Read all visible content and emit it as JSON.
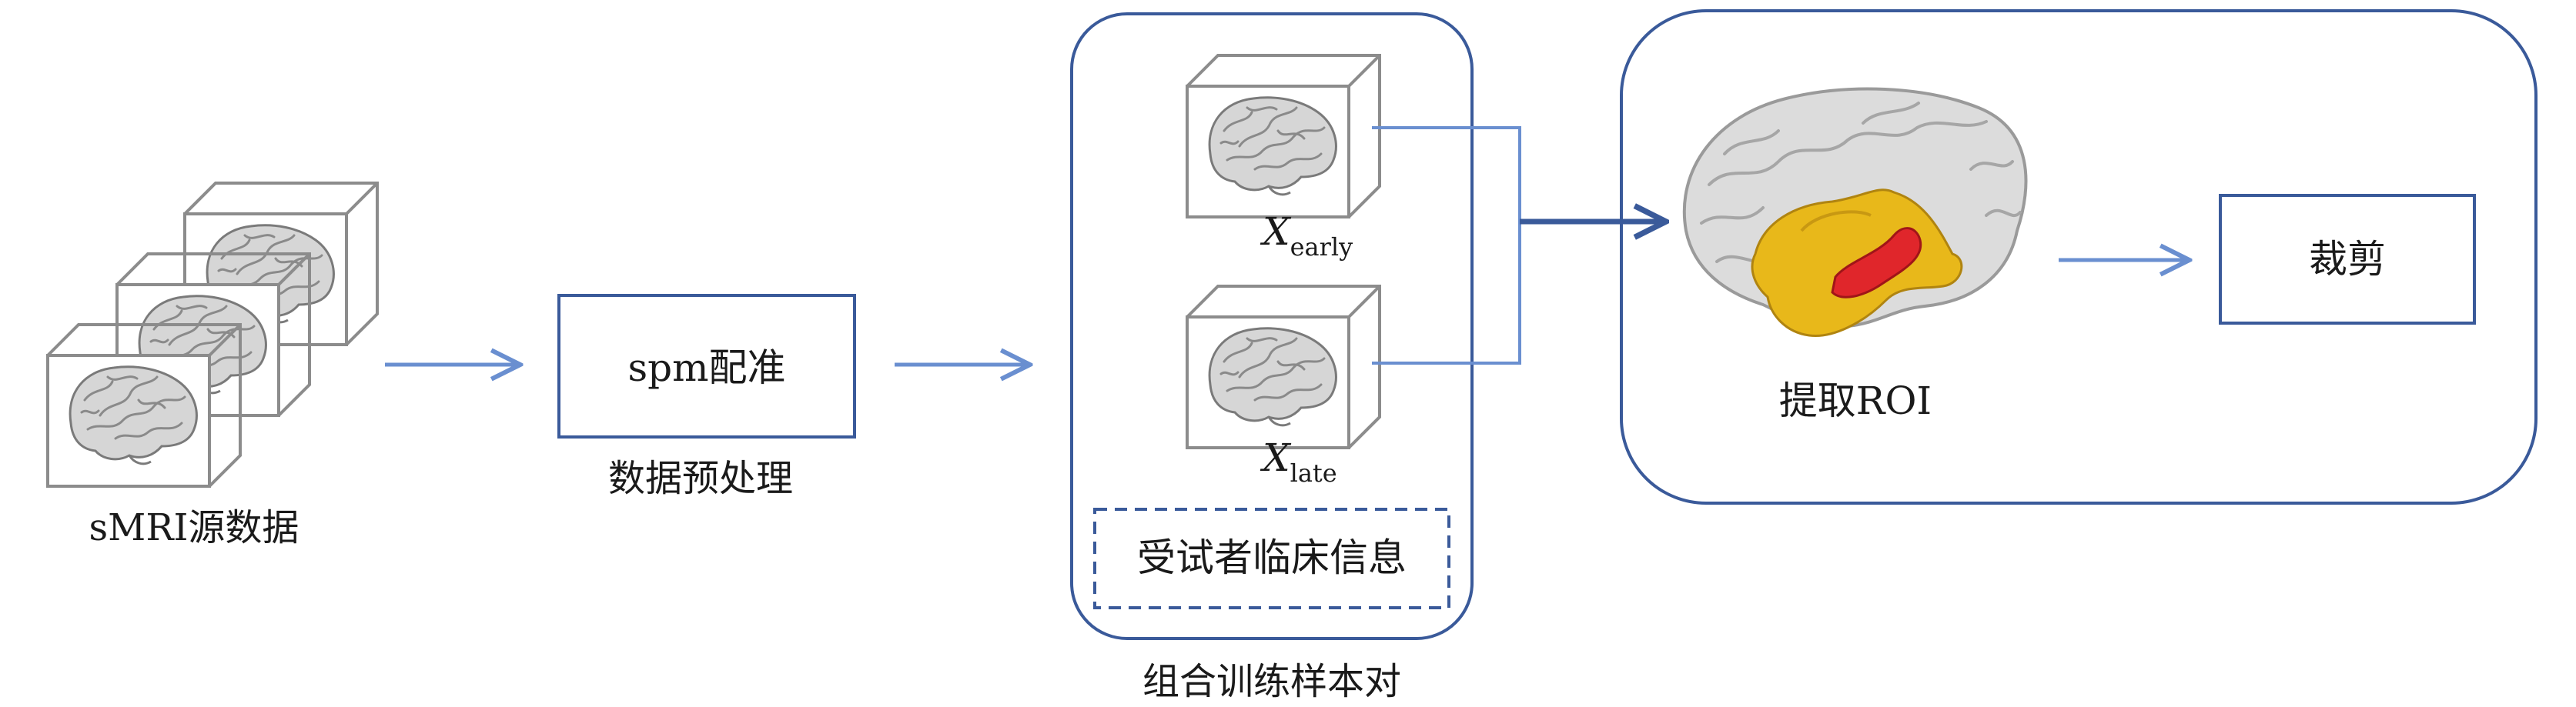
{
  "source": {
    "caption": "sMRI源数据"
  },
  "preprocess": {
    "box_label": "spm配准",
    "caption": "数据预处理"
  },
  "combine": {
    "sample_early": {
      "symbol": "X",
      "subscript": "early"
    },
    "sample_late": {
      "symbol": "X",
      "subscript": "late"
    },
    "clinical_label": "受试者临床信息",
    "caption": "组合训练样本对"
  },
  "roi": {
    "caption": "提取ROI",
    "crop_label": "裁剪"
  },
  "colors": {
    "box_stroke": "#3a5a9a",
    "arrow": "#6a8fd0",
    "cube": "#8c8c8c",
    "brain_gray": "#d4d4d4",
    "roi_yellow": "#e8b81a",
    "roi_red": "#e0262b"
  }
}
